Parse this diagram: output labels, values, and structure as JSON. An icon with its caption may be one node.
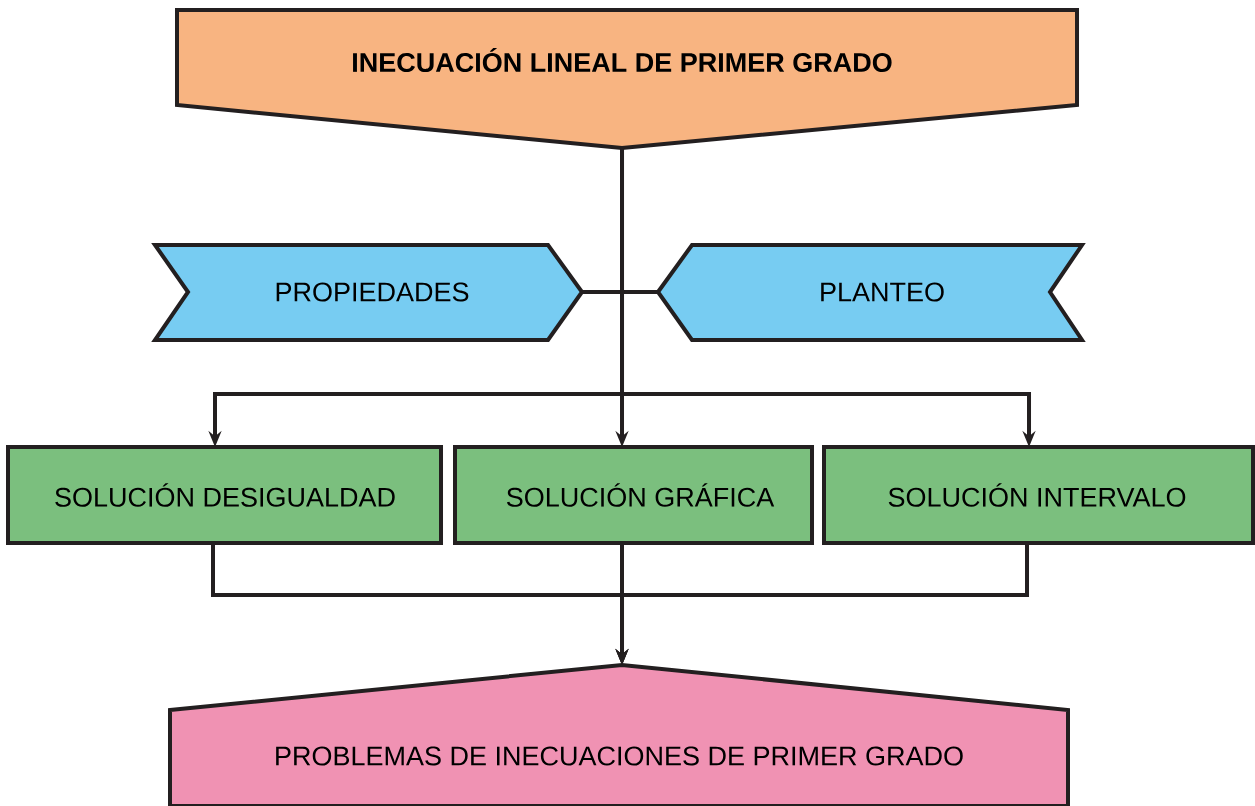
{
  "diagram": {
    "nodes": [
      {
        "text": [
          "INECUACIÓN LINEAL DE PRIMER GRADO"
        ]
      },
      {
        "text": [
          "PROPIEDADES"
        ]
      },
      {
        "text": [
          "PLANTEO"
        ]
      },
      {
        "text": [
          "SOLUCIÓN DESIGUALDAD"
        ]
      },
      {
        "text": [
          "SOLUCIÓN GRÁFICA"
        ]
      },
      {
        "text": [
          "SOLUCIÓN INTERVALO"
        ]
      },
      {
        "text": [
          "PROBLEMAS DE INECUACIONES DE PRIMER GRADO"
        ]
      }
    ],
    "edges": [
      {
        "from": 1,
        "to": 2,
        "arrow": "none"
      },
      {
        "from": 0,
        "to": 3,
        "arrow": "to"
      },
      {
        "from": 0,
        "to": 4,
        "arrow": "to"
      },
      {
        "from": 0,
        "to": 5,
        "arrow": "to"
      },
      {
        "from": 3,
        "to": 6,
        "arrow": "to"
      },
      {
        "from": 4,
        "to": 6,
        "arrow": "to"
      },
      {
        "from": 5,
        "to": 6,
        "arrow": "to"
      }
    ]
  }
}
